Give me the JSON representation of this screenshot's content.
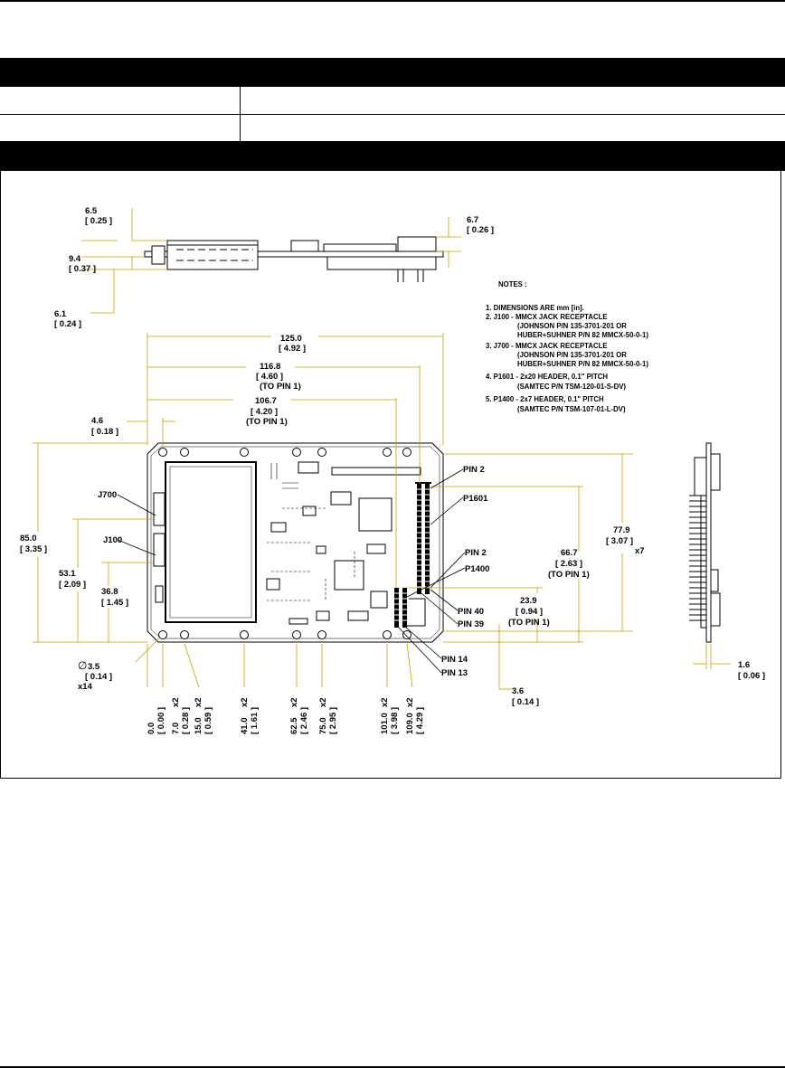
{
  "colors": {
    "dimension_line": "#c8a000",
    "ink": "#000000",
    "board_fill": "#ffffff",
    "header_band": "#000000"
  },
  "drawing": {
    "top_view": {
      "left_height_top": {
        "mm": "6.5",
        "in": "[ 0.25 ]"
      },
      "left_height_mid": {
        "mm": "9.4",
        "in": "[ 0.37 ]"
      },
      "left_height_bottom": {
        "mm": "6.1",
        "in": "[ 0.24 ]"
      },
      "right_height": {
        "mm": "6.7",
        "in": "[ 0.26 ]"
      }
    },
    "notes": {
      "title": "NOTES :",
      "lines": [
        "1. DIMENSIONS ARE mm [in].",
        "2. J100  - MMCX JACK RECEPTACLE",
        "(JOHNSON P/N 135-3701-201 OR",
        "HUBER+SUHNER P/N 82 MMCX-50-0-1)",
        "3. J700  - MMCX JACK RECEPTACLE",
        "(JOHNSON P/N 135-3701-201 OR",
        "HUBER+SUHNER P/N 82 MMCX-50-0-1)",
        "4. P1601 - 2x20 HEADER, 0.1\" PITCH",
        "(SAMTEC P/N TSM-120-01-S-DV)",
        "5. P1400 - 2x7 HEADER, 0.1\" PITCH",
        "(SAMTEC P/N TSM-107-01-L-DV)"
      ]
    },
    "plan_view": {
      "width_overall": {
        "mm": "125.0",
        "in": "[ 4.92 ]"
      },
      "width_pin1_p1601": {
        "mm": "116.8",
        "in": "[ 4.60 ]",
        "ref": "(TO PIN 1)"
      },
      "width_pin1_p1400": {
        "mm": "106.7",
        "in": "[ 4.20 ]",
        "ref": "(TO PIN 1)"
      },
      "edge_offset": {
        "mm": "4.6",
        "in": "[ 0.18 ]"
      },
      "height_overall": {
        "mm": "85.0",
        "in": "[ 3.35 ]"
      },
      "j700_height": {
        "mm": "53.1",
        "in": "[ 2.09 ]"
      },
      "j100_height": {
        "mm": "36.8",
        "in": "[ 1.45 ]"
      },
      "hole_span": {
        "mm": "77.9",
        "in": "[ 3.07 ]",
        "count": "x7"
      },
      "p1601_pin1_height": {
        "mm": "66.7",
        "in": "[ 2.63 ]",
        "ref": "(TO PIN 1)"
      },
      "p1400_pin1_height": {
        "mm": "23.9",
        "in": "[ 0.94 ]",
        "ref": "(TO PIN 1)"
      },
      "bottom_offset": {
        "mm": "3.6",
        "in": "[ 0.14 ]"
      },
      "hole_diameter": {
        "symbol": "∅",
        "mm": "3.5",
        "in": "[ 0.14 ]",
        "count": "x14"
      },
      "labels": {
        "j700": "J700",
        "j100": "J100",
        "pin2_p1601": "PIN 2",
        "p1601": "P1601",
        "pin2_p1400": "PIN 2",
        "p1400": "P1400",
        "pin40": "PIN 40",
        "pin39": "PIN 39",
        "pin14": "PIN 14",
        "pin13": "PIN 13"
      },
      "hole_positions": [
        {
          "mm": "0.0",
          "in": "[ 0.00 ]",
          "count": ""
        },
        {
          "mm": "7.0",
          "in": "[ 0.28 ]",
          "count": "x2"
        },
        {
          "mm": "15.0",
          "in": "[ 0.59 ]",
          "count": "x2"
        },
        {
          "mm": "41.0",
          "in": "[ 1.61 ]",
          "count": "x2"
        },
        {
          "mm": "62.5",
          "in": "[ 2.46 ]",
          "count": "x2"
        },
        {
          "mm": "75.0",
          "in": "[ 2.95 ]",
          "count": "x2"
        },
        {
          "mm": "101.0",
          "in": "[ 3.98 ]",
          "count": "x2"
        },
        {
          "mm": "109.0",
          "in": "[ 4.29 ]",
          "count": "x2"
        }
      ]
    },
    "side_view": {
      "thickness": {
        "mm": "1.6",
        "in": "[ 0.06 ]"
      }
    }
  }
}
